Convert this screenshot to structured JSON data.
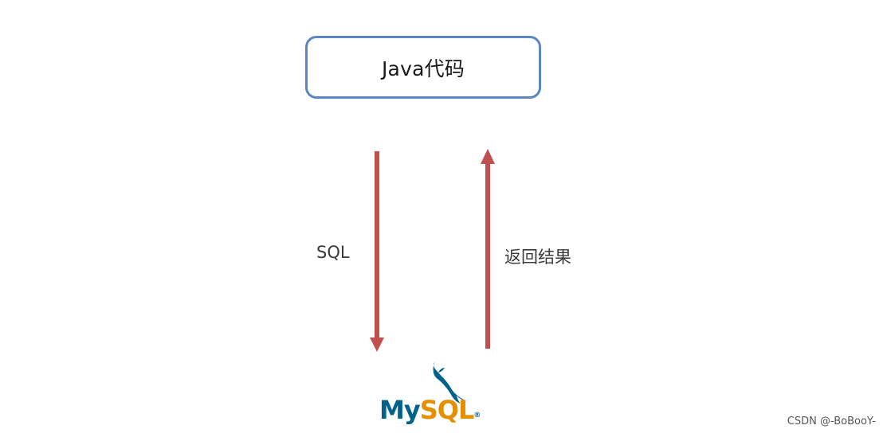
{
  "nodes": {
    "java": {
      "label": "Java代码"
    },
    "mysql": {
      "logo_text_my": "My",
      "logo_text_sql": "SQL",
      "registered_mark": "®"
    }
  },
  "edges": {
    "down": {
      "label": "SQL",
      "from": "Java代码",
      "to": "MySQL"
    },
    "up": {
      "label": "返回结果",
      "from": "MySQL",
      "to": "Java代码"
    }
  },
  "watermark": "CSDN @-BoBooY-",
  "colors": {
    "box_border": "#5b86c1",
    "arrow": "#c0504d",
    "mysql_blue": "#00618a",
    "mysql_orange": "#e48e00"
  },
  "icons": {
    "mysql": "mysql-dolphin-icon"
  }
}
